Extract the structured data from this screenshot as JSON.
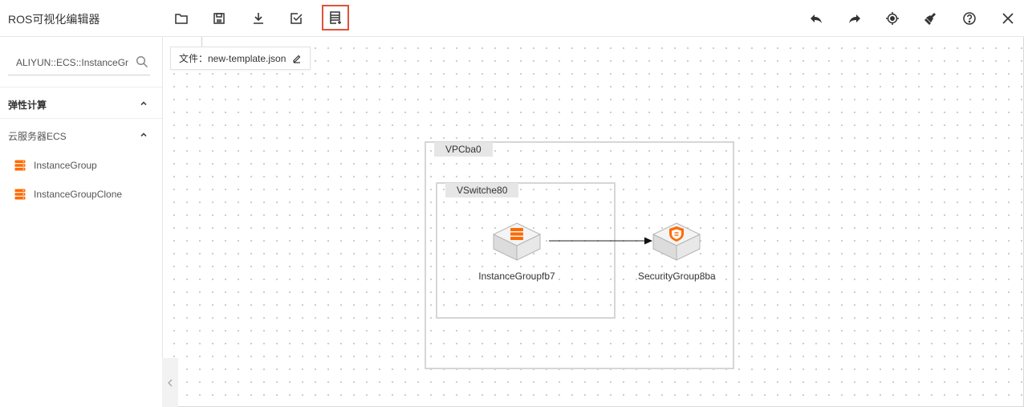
{
  "app": {
    "title": "ROS可视化编辑器"
  },
  "toolbar": {
    "left": [
      {
        "icon": "folder-icon"
      },
      {
        "icon": "save-icon"
      },
      {
        "icon": "download-icon"
      },
      {
        "icon": "validate-icon"
      },
      {
        "icon": "add-resource-icon",
        "highlighted": true
      }
    ],
    "right": [
      {
        "icon": "undo-icon"
      },
      {
        "icon": "redo-icon"
      },
      {
        "icon": "locate-icon"
      },
      {
        "icon": "clear-icon"
      },
      {
        "icon": "help-icon"
      },
      {
        "icon": "close-icon"
      }
    ]
  },
  "sidebar": {
    "search_value": "ALIYUN::ECS::InstanceGro",
    "category": "弹性计算",
    "subcategory": "云服务器ECS",
    "items": [
      {
        "label": "InstanceGroup"
      },
      {
        "label": "InstanceGroupClone"
      }
    ]
  },
  "file": {
    "label": "文件：new-template.json"
  },
  "canvas": {
    "vpc_label": "VPCba0",
    "vswitch_label": "VSwitche80",
    "nodes": [
      {
        "label": "InstanceGroupfb7",
        "icon": "server-icon"
      },
      {
        "label": "SecurityGroup8ba",
        "icon": "shield-icon"
      }
    ]
  },
  "colors": {
    "accent": "#ff6a00",
    "highlight": "#e0533a"
  }
}
